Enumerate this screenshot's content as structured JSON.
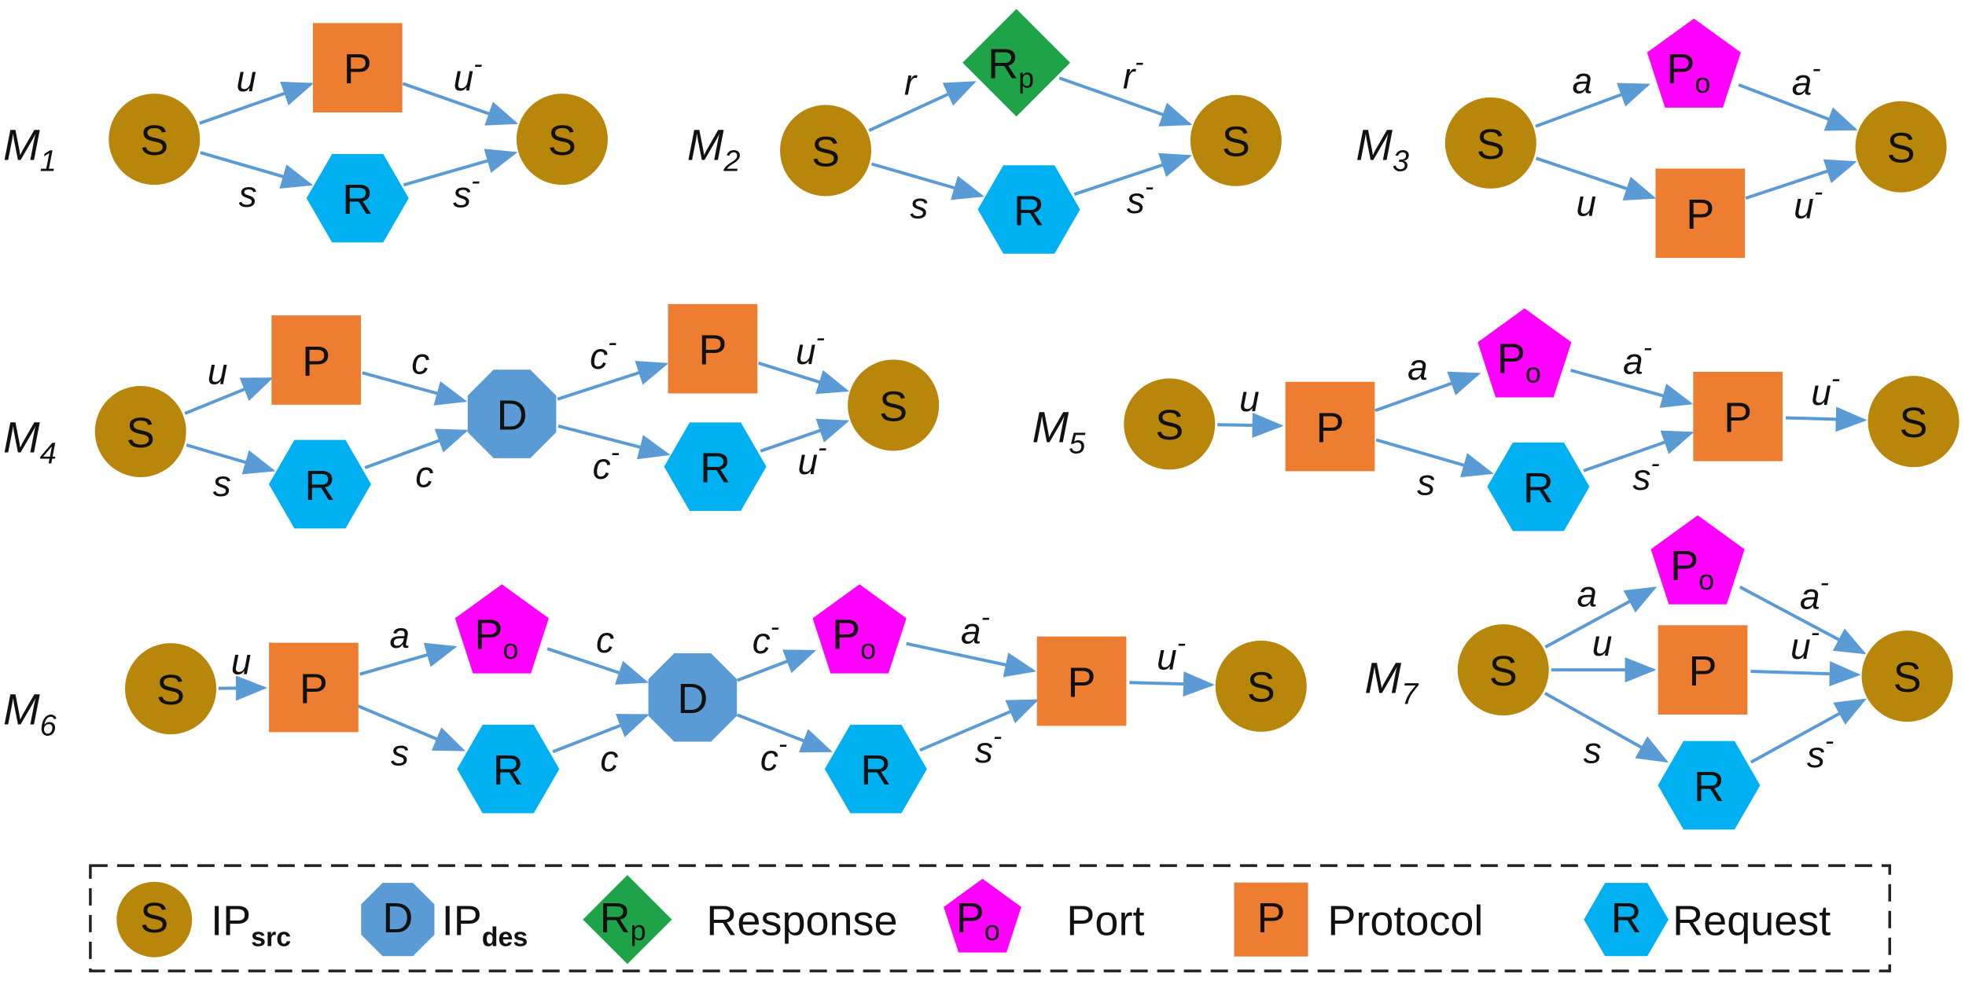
{
  "colors": {
    "S": "#B8860B",
    "D": "#5B9BD5",
    "Rp": "#1FA348",
    "Po": "#FF00FF",
    "P": "#ED7D31",
    "R": "#00B0F0",
    "edge": "#5B9BD5"
  },
  "node_types": {
    "S": {
      "shape": "circle",
      "letter": "S",
      "sub": ""
    },
    "D": {
      "shape": "octagon",
      "letter": "D",
      "sub": ""
    },
    "Rp": {
      "shape": "diamond",
      "letter": "R",
      "sub": "p"
    },
    "Po": {
      "shape": "pentagon",
      "letter": "P",
      "sub": "o"
    },
    "P": {
      "shape": "square",
      "letter": "P",
      "sub": ""
    },
    "R": {
      "shape": "hexagon",
      "letter": "R",
      "sub": ""
    }
  },
  "motifs": [
    {
      "id": "M1",
      "label": "M",
      "sub": "1",
      "nodes": [
        {
          "id": "s1",
          "type": "S"
        },
        {
          "id": "p",
          "type": "P"
        },
        {
          "id": "r",
          "type": "R"
        },
        {
          "id": "s2",
          "type": "S"
        }
      ],
      "edges": [
        {
          "from": "s1",
          "to": "p",
          "label": "u",
          "bar": false
        },
        {
          "from": "p",
          "to": "s2",
          "label": "u",
          "bar": true
        },
        {
          "from": "s1",
          "to": "r",
          "label": "s",
          "bar": false
        },
        {
          "from": "r",
          "to": "s2",
          "label": "s",
          "bar": true
        }
      ]
    },
    {
      "id": "M2",
      "label": "M",
      "sub": "2",
      "nodes": [
        {
          "id": "s1",
          "type": "S"
        },
        {
          "id": "rp",
          "type": "Rp"
        },
        {
          "id": "r",
          "type": "R"
        },
        {
          "id": "s2",
          "type": "S"
        }
      ],
      "edges": [
        {
          "from": "s1",
          "to": "rp",
          "label": "r",
          "bar": false
        },
        {
          "from": "rp",
          "to": "s2",
          "label": "r",
          "bar": true
        },
        {
          "from": "s1",
          "to": "r",
          "label": "s",
          "bar": false
        },
        {
          "from": "r",
          "to": "s2",
          "label": "s",
          "bar": true
        }
      ]
    },
    {
      "id": "M3",
      "label": "M",
      "sub": "3",
      "nodes": [
        {
          "id": "s1",
          "type": "S"
        },
        {
          "id": "po",
          "type": "Po"
        },
        {
          "id": "p",
          "type": "P"
        },
        {
          "id": "s2",
          "type": "S"
        }
      ],
      "edges": [
        {
          "from": "s1",
          "to": "po",
          "label": "a",
          "bar": false
        },
        {
          "from": "po",
          "to": "s2",
          "label": "a",
          "bar": true
        },
        {
          "from": "s1",
          "to": "p",
          "label": "u",
          "bar": false
        },
        {
          "from": "p",
          "to": "s2",
          "label": "u",
          "bar": true
        }
      ]
    },
    {
      "id": "M4",
      "label": "M",
      "sub": "4",
      "nodes": [
        {
          "id": "s1",
          "type": "S"
        },
        {
          "id": "p1",
          "type": "P"
        },
        {
          "id": "r1",
          "type": "R"
        },
        {
          "id": "d",
          "type": "D"
        },
        {
          "id": "p2",
          "type": "P"
        },
        {
          "id": "r2",
          "type": "R"
        },
        {
          "id": "s2",
          "type": "S"
        }
      ],
      "edges": [
        {
          "from": "s1",
          "to": "p1",
          "label": "u",
          "bar": false
        },
        {
          "from": "s1",
          "to": "r1",
          "label": "s",
          "bar": false
        },
        {
          "from": "p1",
          "to": "d",
          "label": "c",
          "bar": false
        },
        {
          "from": "r1",
          "to": "d",
          "label": "c",
          "bar": false
        },
        {
          "from": "d",
          "to": "p2",
          "label": "c",
          "bar": true
        },
        {
          "from": "d",
          "to": "r2",
          "label": "c",
          "bar": true
        },
        {
          "from": "p2",
          "to": "s2",
          "label": "u",
          "bar": true
        },
        {
          "from": "r2",
          "to": "s2",
          "label": "u",
          "bar": true
        }
      ]
    },
    {
      "id": "M5",
      "label": "M",
      "sub": "5",
      "nodes": [
        {
          "id": "s1",
          "type": "S"
        },
        {
          "id": "p1",
          "type": "P"
        },
        {
          "id": "po",
          "type": "Po"
        },
        {
          "id": "r",
          "type": "R"
        },
        {
          "id": "p2",
          "type": "P"
        },
        {
          "id": "s2",
          "type": "S"
        }
      ],
      "edges": [
        {
          "from": "s1",
          "to": "p1",
          "label": "u",
          "bar": false
        },
        {
          "from": "p1",
          "to": "po",
          "label": "a",
          "bar": false
        },
        {
          "from": "p1",
          "to": "r",
          "label": "s",
          "bar": false
        },
        {
          "from": "po",
          "to": "p2",
          "label": "a",
          "bar": true
        },
        {
          "from": "r",
          "to": "p2",
          "label": "s",
          "bar": true
        },
        {
          "from": "p2",
          "to": "s2",
          "label": "u",
          "bar": true
        }
      ]
    },
    {
      "id": "M6",
      "label": "M",
      "sub": "6",
      "nodes": [
        {
          "id": "s1",
          "type": "S"
        },
        {
          "id": "p1",
          "type": "P"
        },
        {
          "id": "po1",
          "type": "Po"
        },
        {
          "id": "r1",
          "type": "R"
        },
        {
          "id": "d",
          "type": "D"
        },
        {
          "id": "po2",
          "type": "Po"
        },
        {
          "id": "r2",
          "type": "R"
        },
        {
          "id": "p2",
          "type": "P"
        },
        {
          "id": "s2",
          "type": "S"
        }
      ],
      "edges": [
        {
          "from": "s1",
          "to": "p1",
          "label": "u",
          "bar": false
        },
        {
          "from": "p1",
          "to": "po1",
          "label": "a",
          "bar": false
        },
        {
          "from": "p1",
          "to": "r1",
          "label": "s",
          "bar": false
        },
        {
          "from": "po1",
          "to": "d",
          "label": "c",
          "bar": false
        },
        {
          "from": "r1",
          "to": "d",
          "label": "c",
          "bar": false
        },
        {
          "from": "d",
          "to": "po2",
          "label": "c",
          "bar": true
        },
        {
          "from": "d",
          "to": "r2",
          "label": "c",
          "bar": true
        },
        {
          "from": "po2",
          "to": "p2",
          "label": "a",
          "bar": true
        },
        {
          "from": "r2",
          "to": "p2",
          "label": "s",
          "bar": true
        },
        {
          "from": "p2",
          "to": "s2",
          "label": "u",
          "bar": true
        }
      ]
    },
    {
      "id": "M7",
      "label": "M",
      "sub": "7",
      "nodes": [
        {
          "id": "s1",
          "type": "S"
        },
        {
          "id": "po",
          "type": "Po"
        },
        {
          "id": "p",
          "type": "P"
        },
        {
          "id": "r",
          "type": "R"
        },
        {
          "id": "s2",
          "type": "S"
        }
      ],
      "edges": [
        {
          "from": "s1",
          "to": "po",
          "label": "a",
          "bar": false
        },
        {
          "from": "po",
          "to": "s2",
          "label": "a",
          "bar": true
        },
        {
          "from": "s1",
          "to": "p",
          "label": "u",
          "bar": false
        },
        {
          "from": "p",
          "to": "s2",
          "label": "u",
          "bar": true
        },
        {
          "from": "s1",
          "to": "r",
          "label": "s",
          "bar": false
        },
        {
          "from": "r",
          "to": "s2",
          "label": "s",
          "bar": true
        }
      ]
    }
  ],
  "legend": [
    {
      "type": "S",
      "text": "IP",
      "sub": "src"
    },
    {
      "type": "D",
      "text": "IP",
      "sub": "des"
    },
    {
      "type": "Rp",
      "text": "Response",
      "sub": ""
    },
    {
      "type": "Po",
      "text": "Port",
      "sub": ""
    },
    {
      "type": "P",
      "text": "Protocol",
      "sub": ""
    },
    {
      "type": "R",
      "text": "Request",
      "sub": ""
    }
  ]
}
